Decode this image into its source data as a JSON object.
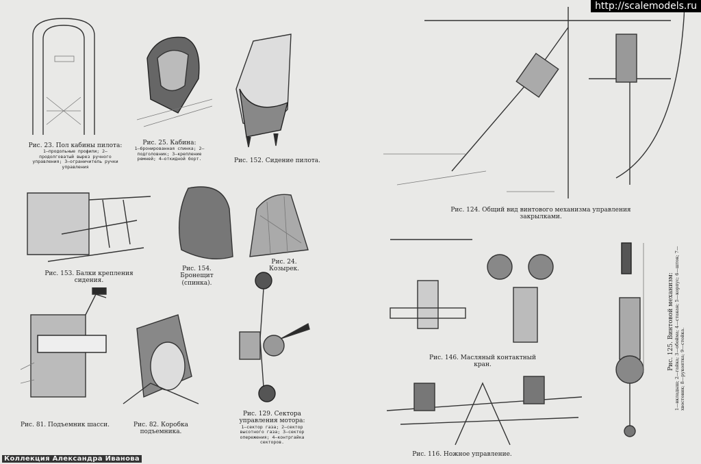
{
  "watermark": "http://scalemodels.ru",
  "collection": "Коллекция Александра Иванова",
  "figures": [
    {
      "title": "Рис. 23. Пол кабины пилота:",
      "legend": "1—продольные профили; 2—продолговатый вырез ручного управления; 3—ограничитель ручки управления"
    },
    {
      "title": "Рис. 25. Кабина:",
      "legend": "1—бронированная спинка; 2—подголовник; 3—крепление ремней; 4—откидной борт."
    },
    {
      "title": "Рис. 152. Сидение пилота."
    },
    {
      "title": "Рис. 153. Балки крепления сидения."
    },
    {
      "title": "Рис. 154. Бронещит (спинка)."
    },
    {
      "title": "Рис. 24. Козырек."
    },
    {
      "title": "Рис. 81. Подъемник шасси."
    },
    {
      "title": "Рис. 82. Коробка подъемника."
    },
    {
      "title": "Рис. 129. Сектора управления мотора:",
      "legend": "1—сектор газа; 2—сектор высотного газа; 3—сектор опережения; 4—контргайка секторов."
    },
    {
      "title": "Рис. 124. Общий вид винтового механизма управления закрылками."
    },
    {
      "title": "Рис. 146. Масляный контактный кран."
    },
    {
      "title": "Рис. 116. Ножное управление."
    },
    {
      "title": "Рис. 125. Винтовой механизм:",
      "legend": "1—вкладыш; 2—гайка; 3—обойма; 4—стакан; 5—корпус; 6—шток; 7—хвостовик; 8—рукоятка; 9—стойка."
    }
  ]
}
